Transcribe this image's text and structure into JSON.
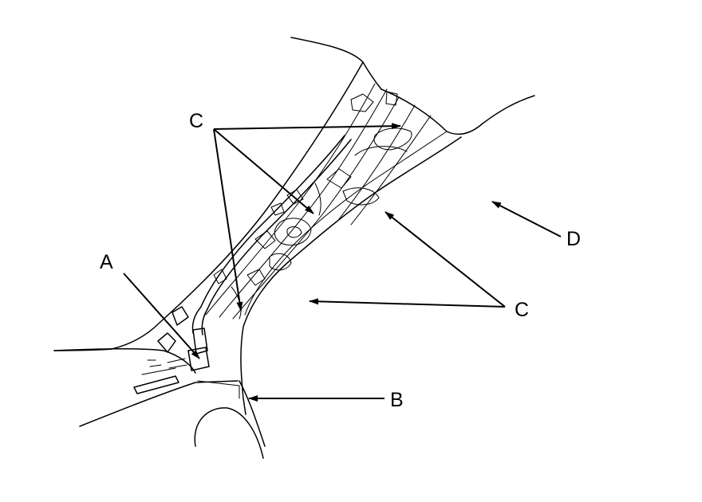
{
  "labels": {
    "a": "A",
    "b": "B",
    "c_top": "C",
    "c_right": "C",
    "d": "D"
  },
  "colors": {
    "ink": "#000000",
    "paper": "#ffffff"
  }
}
